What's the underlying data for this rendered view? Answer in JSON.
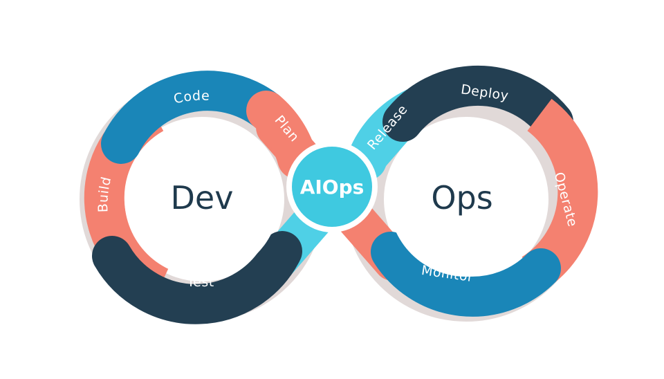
{
  "diagram": {
    "left_loop_label": "Dev",
    "right_loop_label": "Ops",
    "hub_label": "AIOps",
    "stages": {
      "plan": "Plan",
      "code": "Code",
      "build": "Build",
      "test": "Test",
      "release": "Release",
      "deploy": "Deploy",
      "operate": "Operate",
      "monitor": "Monitor"
    },
    "colors": {
      "coral": "#F48170",
      "coral_shadow": "#D9604F",
      "blue": "#1A86B8",
      "blue_shadow": "#0E6690",
      "navy": "#233F52",
      "navy_shadow": "#152B3A",
      "cyan": "#4FD0E6",
      "cyan_shadow": "#2FB3CC",
      "hub": "#3FC9E0",
      "text_dark": "#1F3A4D"
    }
  }
}
